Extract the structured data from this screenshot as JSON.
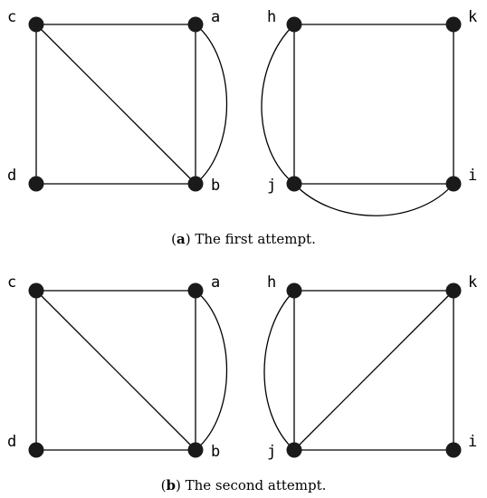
{
  "panels": [
    {
      "tag": "a",
      "caption": "The first attempt.",
      "nodes": [
        "c",
        "a",
        "d",
        "b",
        "h",
        "k",
        "j",
        "i"
      ]
    },
    {
      "tag": "b",
      "caption": "The second attempt.",
      "nodes": [
        "c",
        "a",
        "d",
        "b",
        "h",
        "k",
        "j",
        "i"
      ]
    }
  ],
  "colors": {
    "node": "#1a1a1a",
    "edge": "#000000"
  }
}
